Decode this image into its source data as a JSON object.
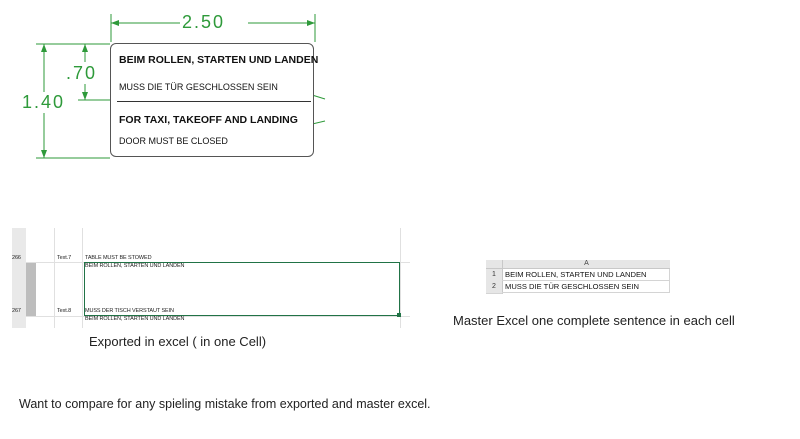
{
  "drawing": {
    "dim_width": "2.50",
    "dim_half_height": ".70",
    "dim_full_height": "1.40",
    "placard": {
      "line1": "BEIM ROLLEN, STARTEN UND LANDEN",
      "line2": "MUSS DIE TÜR GESCHLOSSEN SEIN",
      "line3": "FOR TAXI, TAKEOFF AND LANDING",
      "line4": "DOOR MUST BE CLOSED"
    },
    "colors": {
      "dimension": "#2e9a3a",
      "border": "#555555"
    }
  },
  "exported_sheet": {
    "rows": [
      {
        "row_number": "266",
        "label": "Text.7",
        "line1": "TABLE MUST BE STOWED",
        "line2": "BEIM ROLLEN, STARTEN UND LANDEN"
      },
      {
        "row_number": "267",
        "label": "Text.8",
        "line1": "MUSS DER TISCH VERSTAUT SEIN",
        "line2": "BEIM ROLLEN, STARTEN UND LANDEN"
      }
    ],
    "caption": "Exported in excel ( in one Cell)",
    "colors": {
      "selection": "#217346"
    }
  },
  "master_sheet": {
    "column_header": "A",
    "rows": [
      {
        "number": "1",
        "value": "BEIM ROLLEN, STARTEN UND LANDEN"
      },
      {
        "number": "2",
        "value": "MUSS DIE TÜR GESCHLOSSEN SEIN"
      }
    ],
    "caption": "Master Excel one complete sentence in each cell"
  },
  "note": "Want to compare for any spieling mistake from exported and master excel."
}
